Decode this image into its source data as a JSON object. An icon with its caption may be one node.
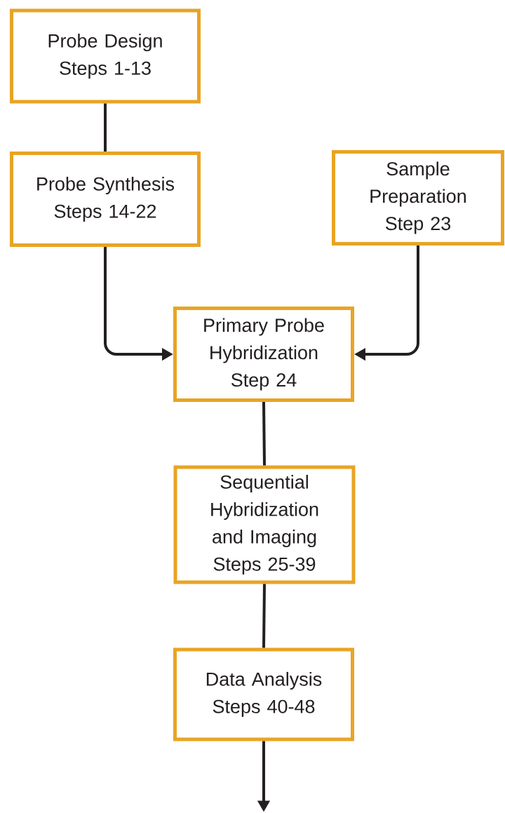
{
  "diagram": {
    "nodes": [
      {
        "text": [
          "Probe Design Steps 1-13"
        ]
      },
      {
        "text": [
          "Probe Synthesis Steps 14-22"
        ]
      },
      {
        "text": [
          "Sample Preparation Step 23"
        ]
      },
      {
        "text": [
          "Primary Probe Hybridization Step 24"
        ]
      },
      {
        "text": [
          "Sequential Hybridization and Imaging Steps 25-39"
        ]
      },
      {
        "text": [
          "Data Analysis Steps 40-48"
        ]
      }
    ],
    "edges": [
      {
        "from": 0,
        "to": 1,
        "arrow": "none"
      },
      {
        "from": 1,
        "to": 3,
        "arrow": "to"
      },
      {
        "from": 2,
        "to": 3,
        "arrow": "to"
      },
      {
        "from": 3,
        "to": 4,
        "arrow": "none"
      },
      {
        "from": 4,
        "to": 5,
        "arrow": "none"
      },
      {
        "from": 5,
        "to": null,
        "arrow": "to"
      }
    ]
  }
}
